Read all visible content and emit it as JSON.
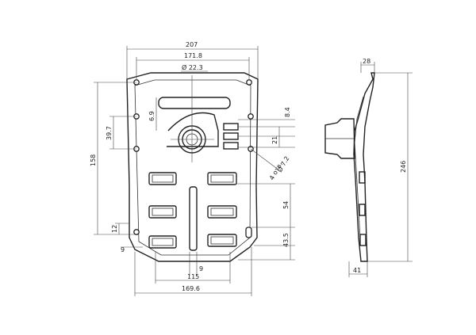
{
  "dimensions": {
    "overall_top_width": "207",
    "inner_top_width": "171.8",
    "center_hole_dia": "Ø 22.3",
    "slot_offset": "6.9",
    "right_slot_offset": "8.4",
    "left_holes_spacing": "39.7",
    "overall_height": "158",
    "right_gap": "21",
    "small_hole_dia": "Ø 7.2",
    "small_hole_count": "4 отв.",
    "right_lower_height": "54",
    "bottom_left_offset": "12",
    "bottom_left_small": "9",
    "bottom_slot_width": "9",
    "lower_right_height": "43.5",
    "bottom_inner_width": "115",
    "bottom_overall_width": "169.6",
    "side_top_width": "28",
    "side_height": "246",
    "side_bottom_width": "41"
  }
}
